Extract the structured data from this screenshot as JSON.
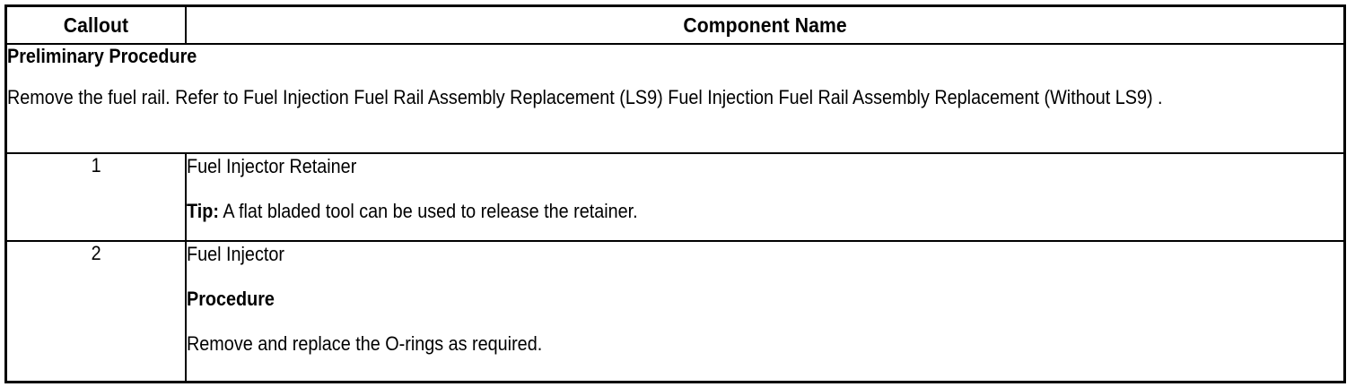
{
  "table": {
    "headers": {
      "callout": "Callout",
      "component_name": "Component Name"
    },
    "preliminary": {
      "title": "Preliminary Procedure",
      "body": "Remove the fuel rail. Refer to Fuel Injection Fuel Rail Assembly Replacement (LS9) Fuel Injection Fuel Rail Assembly Replacement (Without LS9) ."
    },
    "rows": [
      {
        "callout": "1",
        "component": "Fuel Injector Retainer",
        "tip_label": "Tip:",
        "tip_text": " A flat bladed tool can be used to release the retainer."
      },
      {
        "callout": "2",
        "component": "Fuel Injector",
        "procedure_label": "Procedure",
        "procedure_text": "Remove and replace the O-rings as required."
      }
    ]
  },
  "colors": {
    "border": "#000000",
    "text": "#000000",
    "background": "#ffffff"
  }
}
